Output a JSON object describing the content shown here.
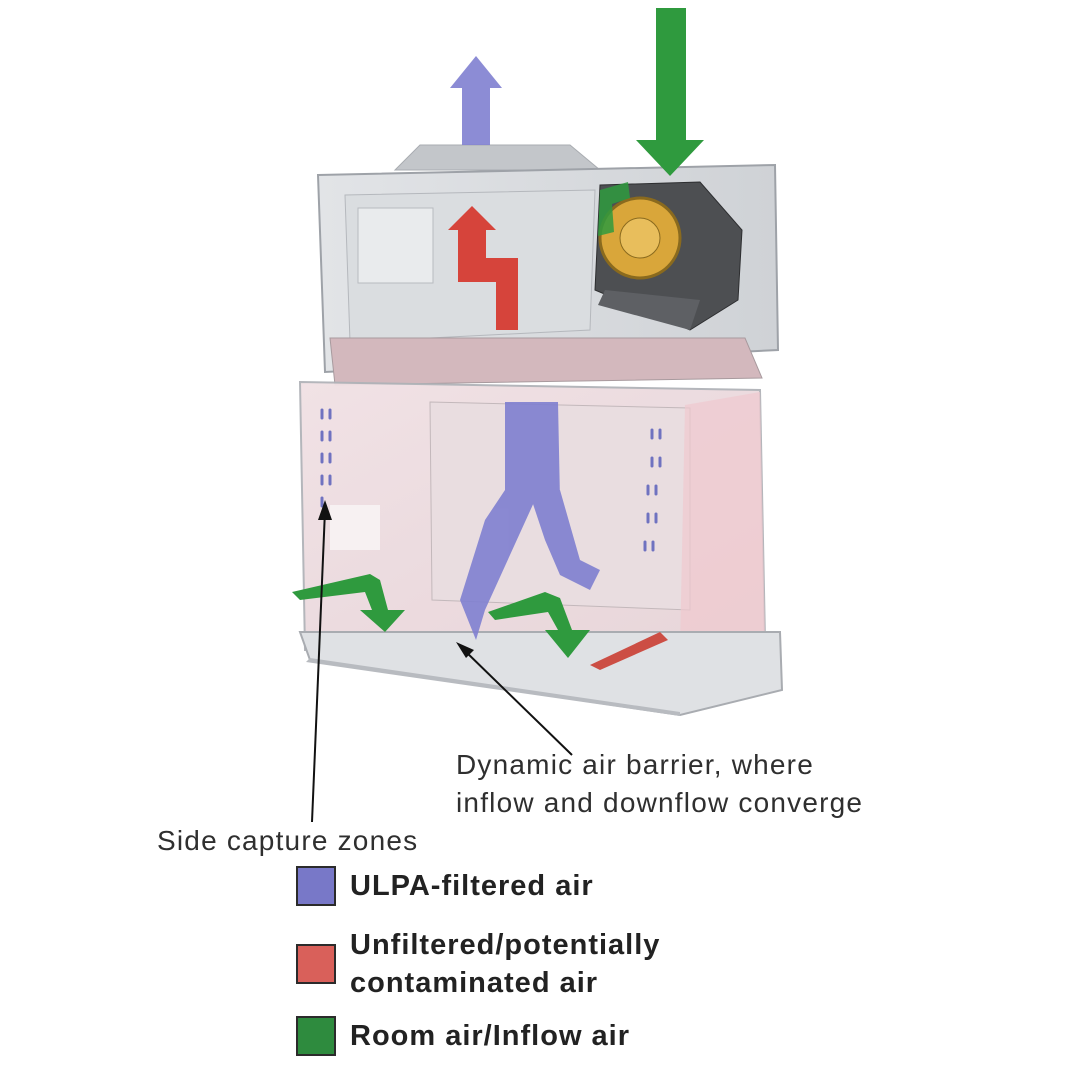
{
  "callouts": {
    "barrier_line1": "Dynamic air barrier, where",
    "barrier_line2": "inflow and downflow converge",
    "side": "Side capture zones"
  },
  "legend": [
    {
      "line1": "ULPA-filtered air",
      "line2": "",
      "color": "#7878c8"
    },
    {
      "line1": "Unfiltered/potentially",
      "line2": "contaminated air",
      "color": "#d9605a"
    },
    {
      "line1": "Room air/Inflow air",
      "line2": "",
      "color": "#2e8b3e"
    }
  ],
  "colors": {
    "ulpa": "#7878c8",
    "unfiltered": "#d9605a",
    "room_air": "#2e8b3e",
    "cabinet": "#c9ccd0",
    "fan": "#d9a63a"
  }
}
